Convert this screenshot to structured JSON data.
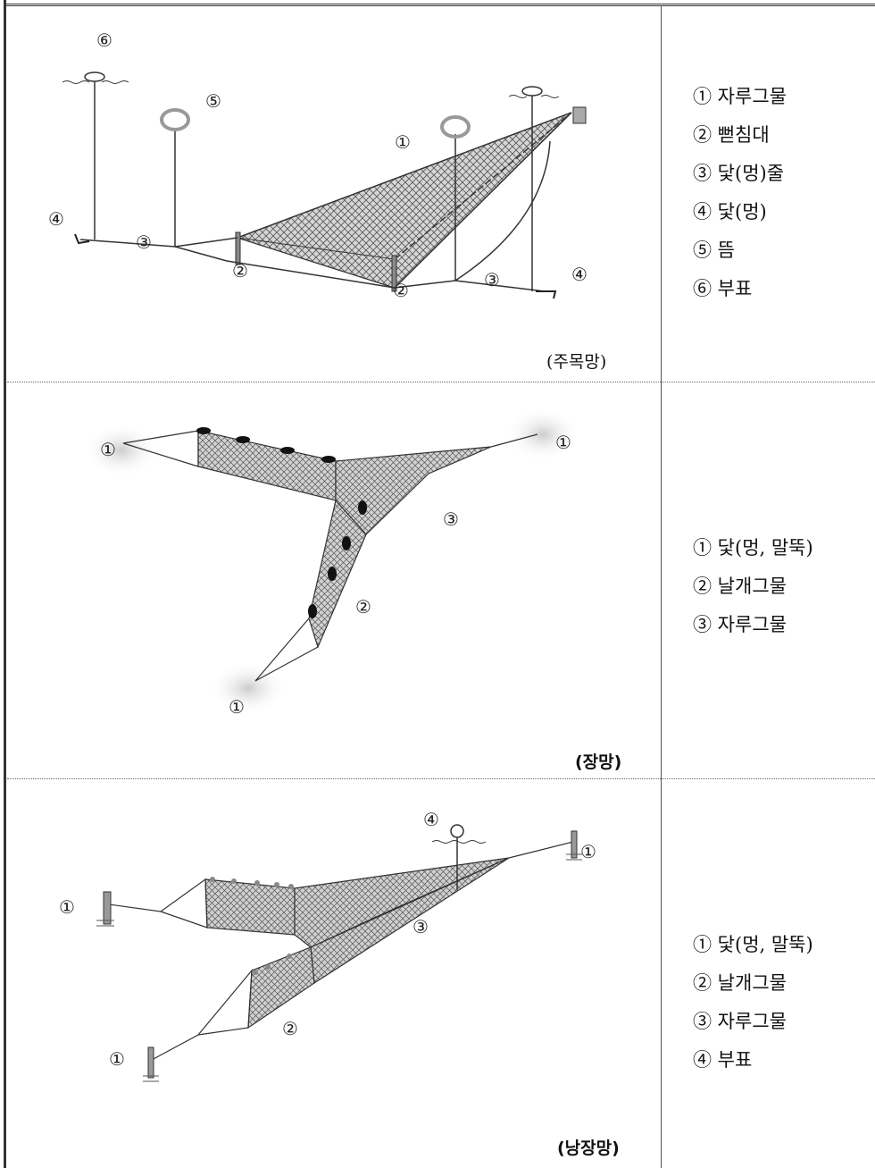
{
  "panels": [
    {
      "caption": "(주목망)",
      "legend": [
        "① 자루그물",
        "② 뻗침대",
        "③ 닻(멍)줄",
        "④ 닻(멍)",
        "⑤ 뜸",
        "⑥ 부표"
      ],
      "markers": [
        "⑥",
        "⑤",
        "①",
        "④",
        "③",
        "②",
        "②",
        "③",
        "④"
      ]
    },
    {
      "caption": "(장망)",
      "legend": [
        "① 닻(멍, 말뚝)",
        "② 날개그물",
        "③ 자루그물"
      ],
      "markers": [
        "①",
        "①",
        "③",
        "②",
        "①"
      ]
    },
    {
      "caption": "(낭장망)",
      "legend": [
        "① 닻(멍, 말뚝)",
        "② 날개그물",
        "③ 자루그물",
        "④ 부표"
      ],
      "markers": [
        "④",
        "①",
        "①",
        "③",
        "②",
        "①"
      ]
    }
  ],
  "colors": {
    "net_fill": "#bdbdbd",
    "line": "#333333",
    "divider": "#666666"
  }
}
